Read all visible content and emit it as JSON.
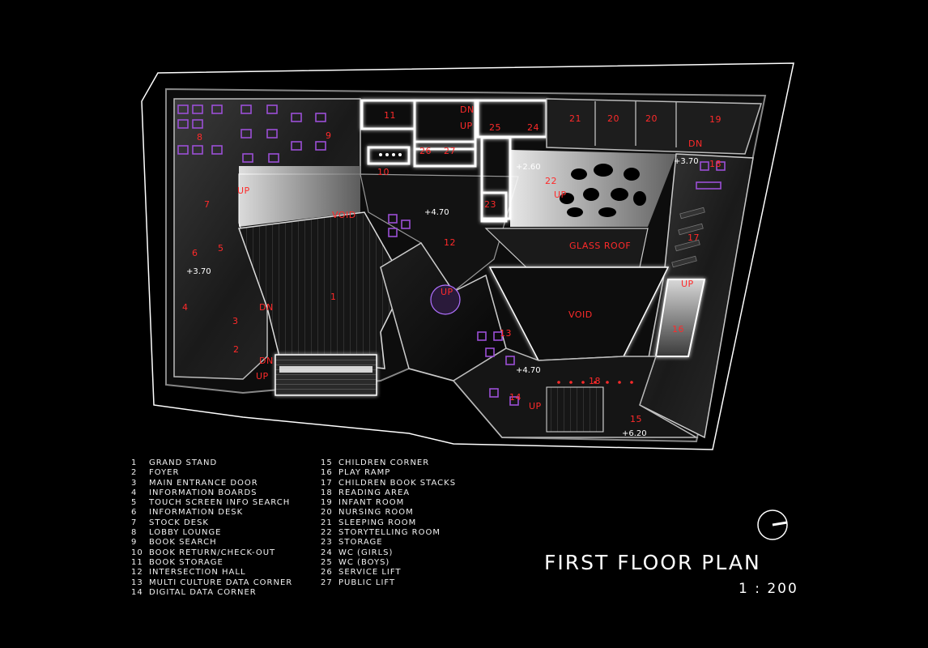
{
  "title": "FIRST FLOOR PLAN",
  "scale": "1 : 200",
  "legend": [
    {
      "num": "1",
      "name": "GRAND STAND"
    },
    {
      "num": "2",
      "name": "FOYER"
    },
    {
      "num": "3",
      "name": "MAIN ENTRANCE DOOR"
    },
    {
      "num": "4",
      "name": "INFORMATION BOARDS"
    },
    {
      "num": "5",
      "name": "TOUCH SCREEN INFO SEARCH"
    },
    {
      "num": "6",
      "name": "INFORMATION DESK"
    },
    {
      "num": "7",
      "name": "STOCK DESK"
    },
    {
      "num": "8",
      "name": "LOBBY LOUNGE"
    },
    {
      "num": "9",
      "name": "BOOK SEARCH"
    },
    {
      "num": "10",
      "name": "BOOK RETURN/CHECK-OUT"
    },
    {
      "num": "11",
      "name": "BOOK STORAGE"
    },
    {
      "num": "12",
      "name": "INTERSECTION HALL"
    },
    {
      "num": "13",
      "name": "MULTI CULTURE DATA CORNER"
    },
    {
      "num": "14",
      "name": "DIGITAL DATA CORNER"
    },
    {
      "num": "15",
      "name": "CHILDREN CORNER"
    },
    {
      "num": "16",
      "name": "PLAY RAMP"
    },
    {
      "num": "17",
      "name": "CHILDREN BOOK STACKS"
    },
    {
      "num": "18",
      "name": "READING AREA"
    },
    {
      "num": "19",
      "name": "INFANT ROOM"
    },
    {
      "num": "20",
      "name": "NURSING ROOM"
    },
    {
      "num": "21",
      "name": "SLEEPING ROOM"
    },
    {
      "num": "22",
      "name": "STORYTELLING ROOM"
    },
    {
      "num": "23",
      "name": "STORAGE"
    },
    {
      "num": "24",
      "name": "WC (GIRLS)"
    },
    {
      "num": "25",
      "name": "WC (BOYS)"
    },
    {
      "num": "26",
      "name": "SERVICE LIFT"
    },
    {
      "num": "27",
      "name": "PUBLIC LIFT"
    }
  ],
  "plan_labels": {
    "r1": "1",
    "r2": "2",
    "r3": "3",
    "r4": "4",
    "r5": "5",
    "r6": "6",
    "r7": "7",
    "r8": "8",
    "r9": "9",
    "r10": "10",
    "r11": "11",
    "r12": "12",
    "r13": "13",
    "r14": "14",
    "r15": "15",
    "r16": "16",
    "r17": "17",
    "r18a": "18",
    "r18b": "18",
    "r19": "19",
    "r20a": "20",
    "r20b": "20",
    "r21": "21",
    "r22": "22",
    "r23": "23",
    "r24": "24",
    "r25": "25",
    "r26": "26",
    "r27": "27",
    "up1": "UP",
    "up2": "UP",
    "up3": "UP",
    "up4": "UP",
    "up5": "UP",
    "up6": "UP",
    "up7": "UP",
    "dn1": "DN",
    "dn2": "DN",
    "dn3": "DN",
    "dn4": "DN",
    "void1": "VOID",
    "void2": "VOID",
    "glass_roof": "GLASS ROOF",
    "lvl_370a": "+3.70",
    "lvl_370b": "+3.70",
    "lvl_470a": "+4.70",
    "lvl_470b": "+4.70",
    "lvl_260": "+2.60",
    "lvl_620": "+6.20"
  },
  "colors": {
    "background": "#000000",
    "label_red": "#ff2a2a",
    "furniture_purple": "#9b4fd6",
    "glow_white": "#ffffff"
  },
  "icons": {
    "north_arrow": "compass-north-icon"
  }
}
